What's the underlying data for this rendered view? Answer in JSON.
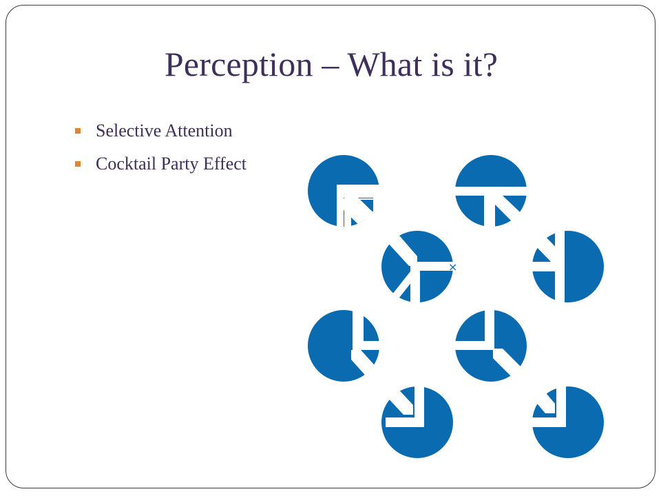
{
  "slide": {
    "title": "Perception – What is it?",
    "bullets": [
      "Selective Attention",
      "Cocktail Party Effect"
    ]
  },
  "figure": {
    "description_icon": "illusory-contour-discs",
    "disc_color": "#0b6bb0",
    "bullet_color": "#e8822c",
    "title_color": "#3f2f5b",
    "close_glyph": "×"
  }
}
